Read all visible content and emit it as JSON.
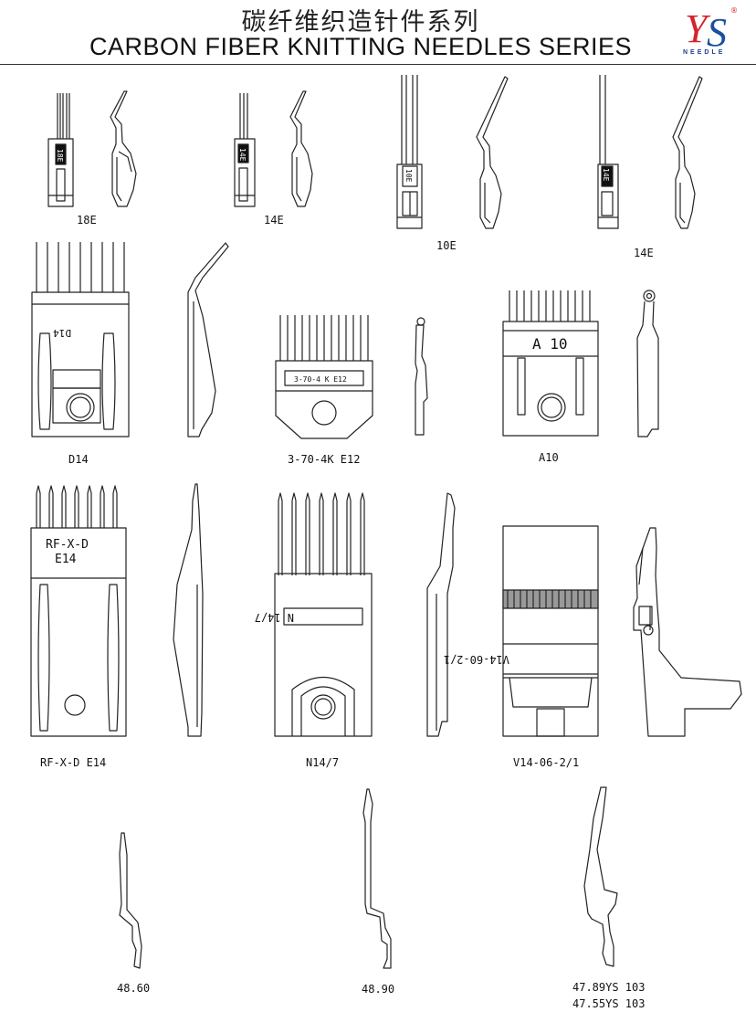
{
  "header": {
    "title_cn": "碳纤维织造针件系列",
    "title_en": "CARBON FIBER KNITTING NEEDLES SERIES",
    "logo_letters": "YS",
    "logo_sub": "NEEDLE",
    "logo_mark": "®",
    "logo_colors": {
      "y": "#d6222b",
      "s": "#1b4fa0"
    }
  },
  "items": {
    "n18e": {
      "caption": "18E",
      "stamp": "18E"
    },
    "n14e_a": {
      "caption": "14E",
      "stamp": "14E"
    },
    "n10e": {
      "caption": "10E",
      "stamp": "10E"
    },
    "n14e_b": {
      "caption": "14E",
      "stamp": "14E"
    },
    "d14": {
      "caption": "D14",
      "stamp": "D14"
    },
    "k370": {
      "caption": "3-70-4K E12",
      "stamp": "3-70-4 K E12"
    },
    "a10": {
      "caption": "A10",
      "stamp": "A 10"
    },
    "rfx": {
      "caption": "RF-X-D E14",
      "stamp_l1": "RF-X-D",
      "stamp_l2": "E14"
    },
    "n147": {
      "caption": "N14/7",
      "stamp": "N 14/7"
    },
    "v14": {
      "caption": "V14-06-2/1",
      "stamp": "V14-60-2/1"
    },
    "n4860": {
      "caption": "48.60"
    },
    "n4890": {
      "caption": "48.90"
    },
    "n4789": {
      "caption_l1": "47.89YS 103",
      "caption_l2": "47.55YS 103"
    }
  }
}
